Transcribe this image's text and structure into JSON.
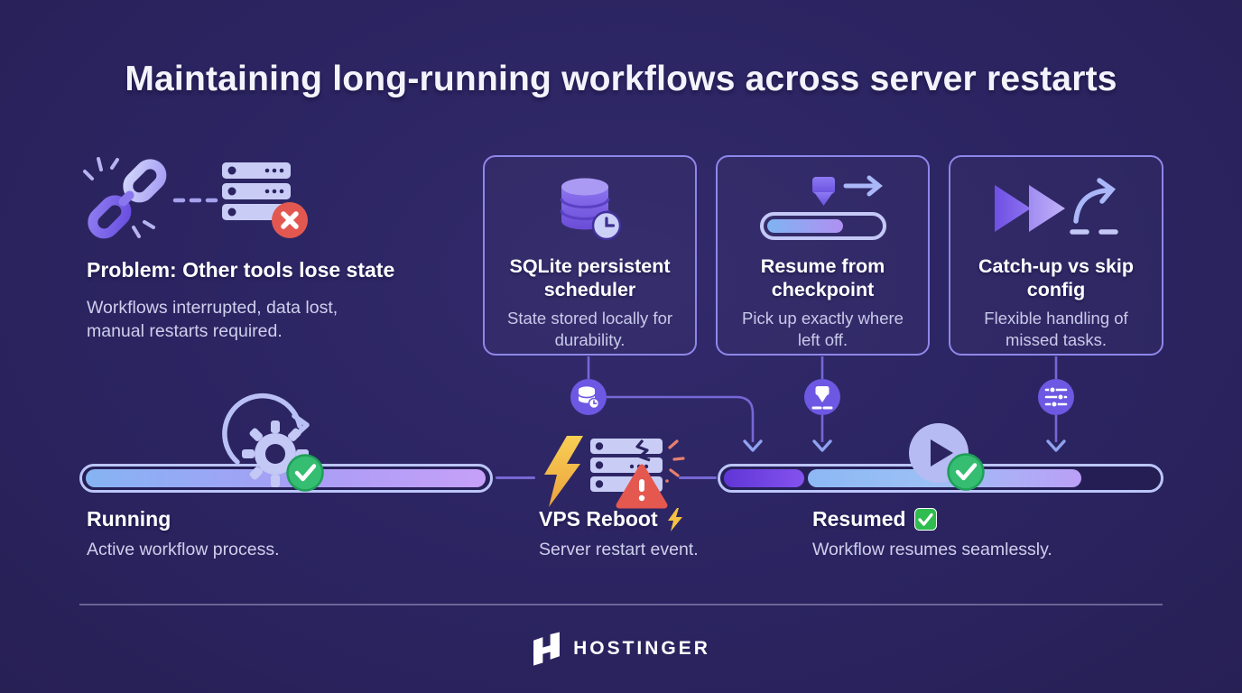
{
  "title": "Maintaining long-running workflows across server restarts",
  "problem": {
    "title": "Problem: Other tools lose state",
    "description": "Workflows interrupted, data lost,\nmanual restarts required.",
    "icons": [
      "broken-chain-icon",
      "disconnected-dashes",
      "server-error-icon",
      "red-x-badge"
    ]
  },
  "cards": [
    {
      "title": "SQLite persistent scheduler",
      "description": "State stored locally for durability.",
      "icon": "database-clock-icon"
    },
    {
      "title": "Resume from checkpoint",
      "description": "Pick up exactly where left off.",
      "icon": "checkpoint-progress-icon"
    },
    {
      "title": "Catch-up vs skip config",
      "description": "Flexible handling of missed tasks.",
      "icon": "fast-forward-skip-icon"
    }
  ],
  "connectors": {
    "badges": [
      "database-clock-badge",
      "checkpoint-marker-badge",
      "config-sliders-badge"
    ]
  },
  "timeline": {
    "items": [
      {
        "title": "Running",
        "description": "Active workflow process.",
        "title_icon": null,
        "icon": "gear-sync-check-icon"
      },
      {
        "title": "VPS Reboot",
        "description": "Server restart event.",
        "title_icon": "lightning-emoji",
        "icon": "lightning-server-warning-icon"
      },
      {
        "title": "Resumed",
        "description": "Workflow resumes seamlessly.",
        "title_icon": "green-check-emoji",
        "icon": "play-check-icon"
      }
    ]
  },
  "footer": {
    "brand": "HOSTINGER",
    "logo": "hostinger-h-logo"
  },
  "colors": {
    "background": "#2b2461",
    "card_border": "#8e87ea",
    "connector_line": "#7568d4",
    "badge_fill": "#6d58e3",
    "bar_border": "#bcc5fa",
    "running_fill_start": "#86b4f3",
    "running_fill_end": "#c6a0f8",
    "resumed_seg1_start": "#5f36d6",
    "resumed_seg1_end": "#8452ee",
    "resumed_seg2_start": "#8db8f4",
    "resumed_seg2_end": "#bb9ff6",
    "green": "#35bd72",
    "red": "#e25850",
    "yellow": "#f6c244",
    "text_primary": "#ffffff",
    "text_secondary": "#cfcfec"
  }
}
